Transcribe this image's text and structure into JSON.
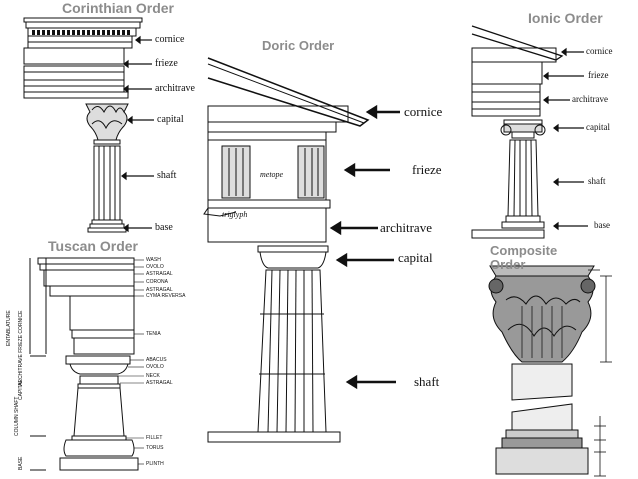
{
  "panels": {
    "corinthian": {
      "title": "Corinthian Order",
      "labels": [
        "cornice",
        "frieze",
        "architrave",
        "capital",
        "shaft",
        "base"
      ]
    },
    "doric": {
      "title": "Doric Order",
      "labels": [
        "cornice",
        "frieze",
        "architrave",
        "capital",
        "shaft"
      ],
      "inner_labels": [
        "metope",
        "triglyph"
      ]
    },
    "ionic": {
      "title": "Ionic Order",
      "labels": [
        "cornice",
        "frieze",
        "architrave",
        "capital",
        "shaft",
        "base"
      ]
    },
    "tuscan": {
      "title": "Tuscan Order",
      "right_labels": [
        "WASH",
        "OVOLO",
        "ASTRAGAL",
        "CORONA",
        "ASTRAGAL",
        "CYMA REVERSA",
        "TENIA",
        "ABACUS",
        "OVOLO",
        "NECK",
        "ASTRAGAL",
        "FILLET",
        "TORUS",
        "PLINTH"
      ],
      "left_labels": [
        "ENTABLATURE",
        "ARCHITRAVE FRIEZE CORNICE",
        "CAPITAL",
        "COLUMN SHAFT",
        "BASE"
      ]
    },
    "composite": {
      "title": "Composite Order"
    }
  },
  "colors": {
    "title": "#8c8c8c",
    "ink": "#111111"
  }
}
